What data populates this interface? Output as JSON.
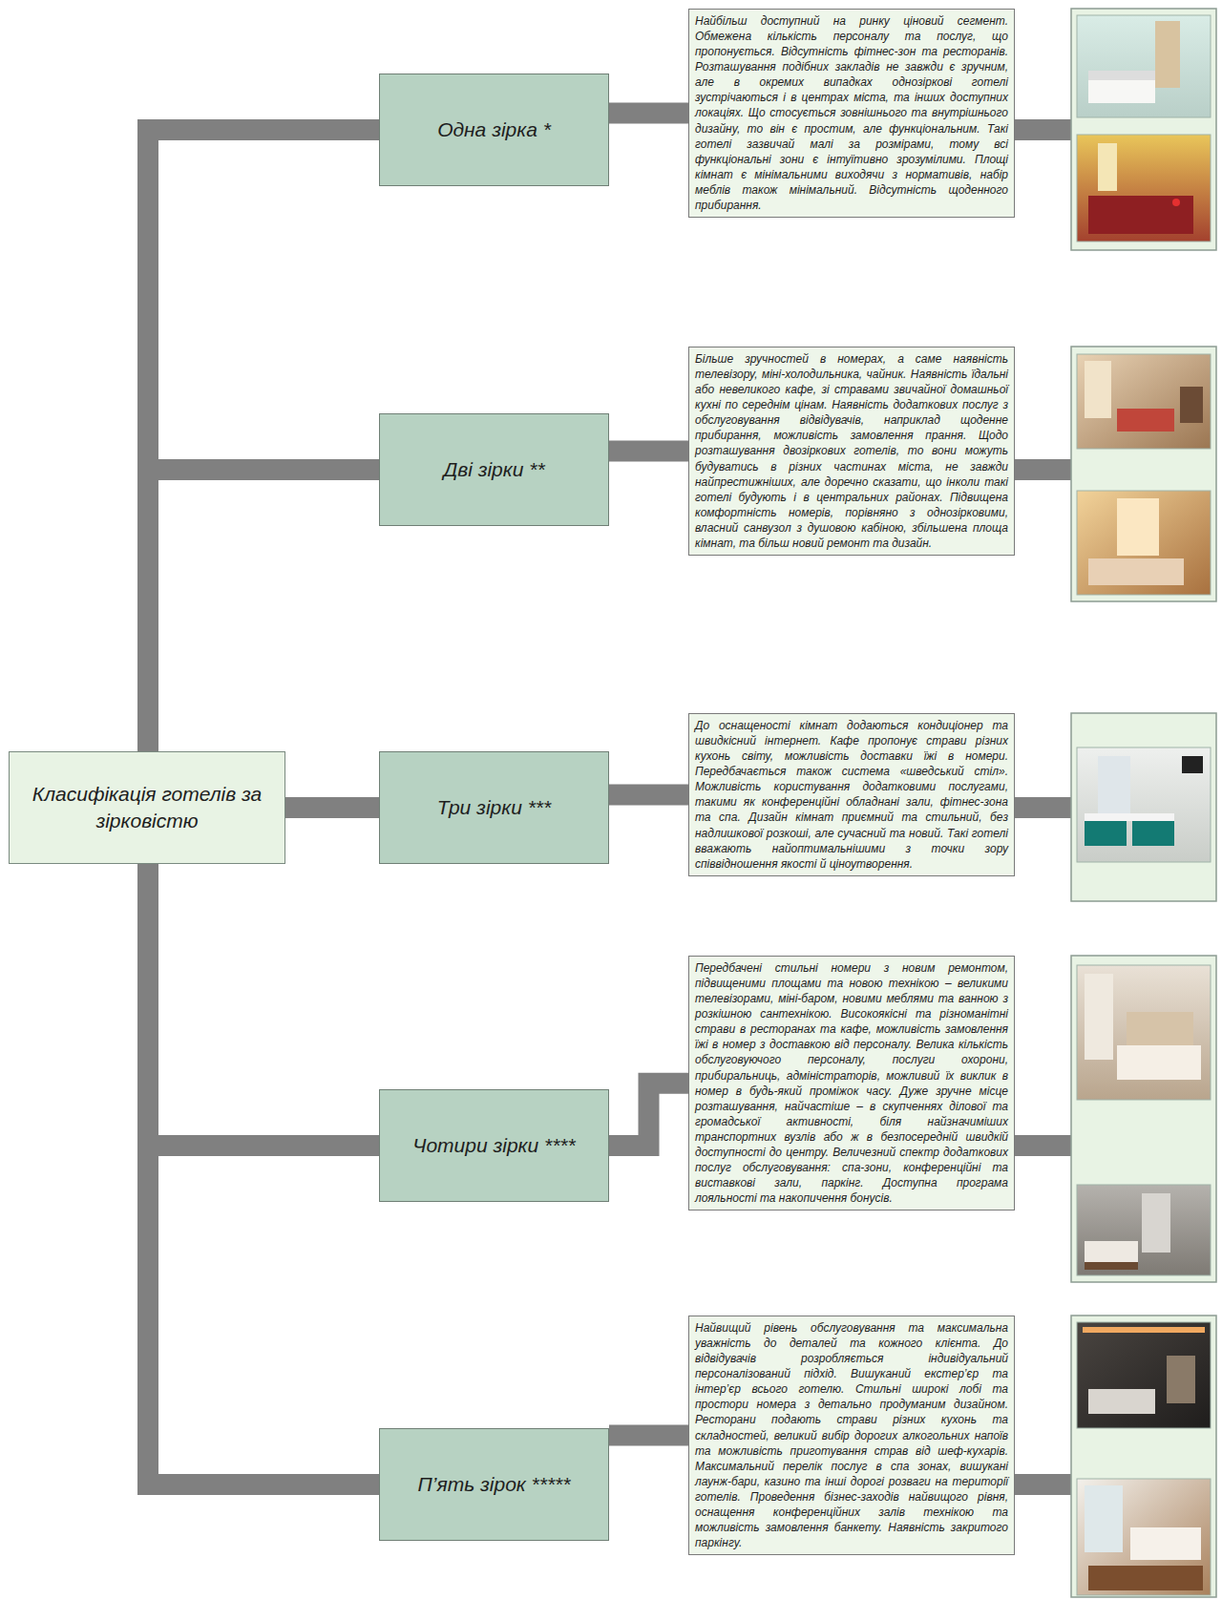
{
  "diagram": {
    "nodes": [
      {
        "text": [
          "Класифікація готелів за зірковістю"
        ]
      },
      {
        "text": [
          "Одна зірка *"
        ]
      },
      {
        "text": [
          "Найбільш доступний на ринку ціновий сегмент. Обмежена кількість персоналу та послуг, що пропонується. Відсутність фітнес-зон та ресторанів. Розташування подібних закладів не завжди є зручним, але в окремих випадках однозіркові готелі зустрічаються і в центрах міста, та інших доступних локаціях. Що стосується зовнішнього та внутрішнього дизайну, то він є простим, але функціональним. Такі готелі зазвичай малі за розмірами, тому всі функціональні зони є інтуїтивно зрозумілими. Площі кімнат є мінімальними виходячи з нормативів, набір меблів також мінімальний. Відсутність щоденного прибирання."
        ]
      },
      {
        "text": [
          "Дві зірки **"
        ]
      },
      {
        "text": [
          "Більше зручностей в номерах, а саме наявність телевізору, міні-холодильника, чайник. Наявність їдальні або невеликого кафе, зі стравами звичайної домашньої кухні по середнім цінам. Наявність додаткових послуг з обслуговування відвідувачів, наприклад щоденне прибирання, можливість замовлення прання. Щодо розташування двозіркових готелів, то вони можуть будуватись в різних частинах міста, не завжди найпрестижніших, але доречно сказати, що інколи такі готелі будують і в центральних районах. Підвищена комфортність номерів, порівняно з однозірковими, власний санвузол з душовою кабіною, збільшена площа кімнат, та більш новий ремонт та дизайн."
        ]
      },
      {
        "text": [
          "Три зірки ***"
        ]
      },
      {
        "text": [
          "До оснащеності кімнат додаються кондиціонер та швидкісний інтернет. Кафе пропонує страви різних кухонь світу, можливість доставки їжі в номери. Передбачається також система «шведський стіл». Можливість користування додатковими послугами, такими як конференційні обладнані зали, фітнес-зона та спа. Дизайн кімнат приємний та стильний, без надлишкової розкоші, але сучасний та новий. Такі готелі вважають найоптимальнішими з точки зору співвідношення якості й ціноутворення."
        ]
      },
      {
        "text": [
          "Чотири зірки ****"
        ]
      },
      {
        "text": [
          "Передбачені стильні номери з новим ремонтом, підвищеними площами та новою технікою – великими телевізорами, міні-баром, новими меблями та ванною з розкішною сантехнікою. Високоякісні та різноманітні страви в ресторанах та кафе, можливість замовлення їжі в номер з доставкою від персоналу. Велика кількість обслуговуючого персоналу, послуги охорони, прибиральниць, адміністраторів, можливий їх виклик в номер в будь-який проміжок часу. Дуже зручне місце розташування, найчастіше – в скупченнях ділової та громадської активності, біля найзначиміших транспортних вузлів або ж в безпосередній швидкій доступності до центру. Величезний спектр додаткових послуг обслуговування: спа-зони, конференційні та виставкові зали, паркінг. Доступна програма лояльності та накопичення бонусів."
        ]
      },
      {
        "text": [
          "П’ять зірок *****"
        ]
      },
      {
        "text": [
          "Найвищий рівень обслуговування та максимальна уважність до деталей та кожного клієнта. До відвідувачів розробляється індивідуальний персоналізований підхід. Вишуканий екстер’єр та інтер’єр всього готелю. Стильні широкі лобі та простори номера з детально продуманим дизайном. Ресторани подають страви різних кухонь та складностей, великий вибір дорогих алкогольних напоїв та можливість приготування страв від шеф-кухарів. Максимальний перелік послуг в спа зонах, вишукані лаунж-бари, казино та інші дорогі розваги на території готелів. Проведення бізнес-заходів найвищого рівня, оснащення конференційних залів технікою та можливість замовлення банкету. Наявність закритого паркінгу."
        ]
      }
    ],
    "edges": [
      {
        "from": 0,
        "to": 1,
        "arrow": "none"
      },
      {
        "from": 0,
        "to": 3,
        "arrow": "none"
      },
      {
        "from": 0,
        "to": 5,
        "arrow": "none"
      },
      {
        "from": 0,
        "to": 7,
        "arrow": "none"
      },
      {
        "from": 0,
        "to": 9,
        "arrow": "none"
      },
      {
        "from": 1,
        "to": 2,
        "arrow": "none"
      },
      {
        "from": 3,
        "to": 4,
        "arrow": "none"
      },
      {
        "from": 5,
        "to": 6,
        "arrow": "none"
      },
      {
        "from": 7,
        "to": 8,
        "arrow": "none"
      },
      {
        "from": 9,
        "to": 10,
        "arrow": "none"
      }
    ]
  }
}
